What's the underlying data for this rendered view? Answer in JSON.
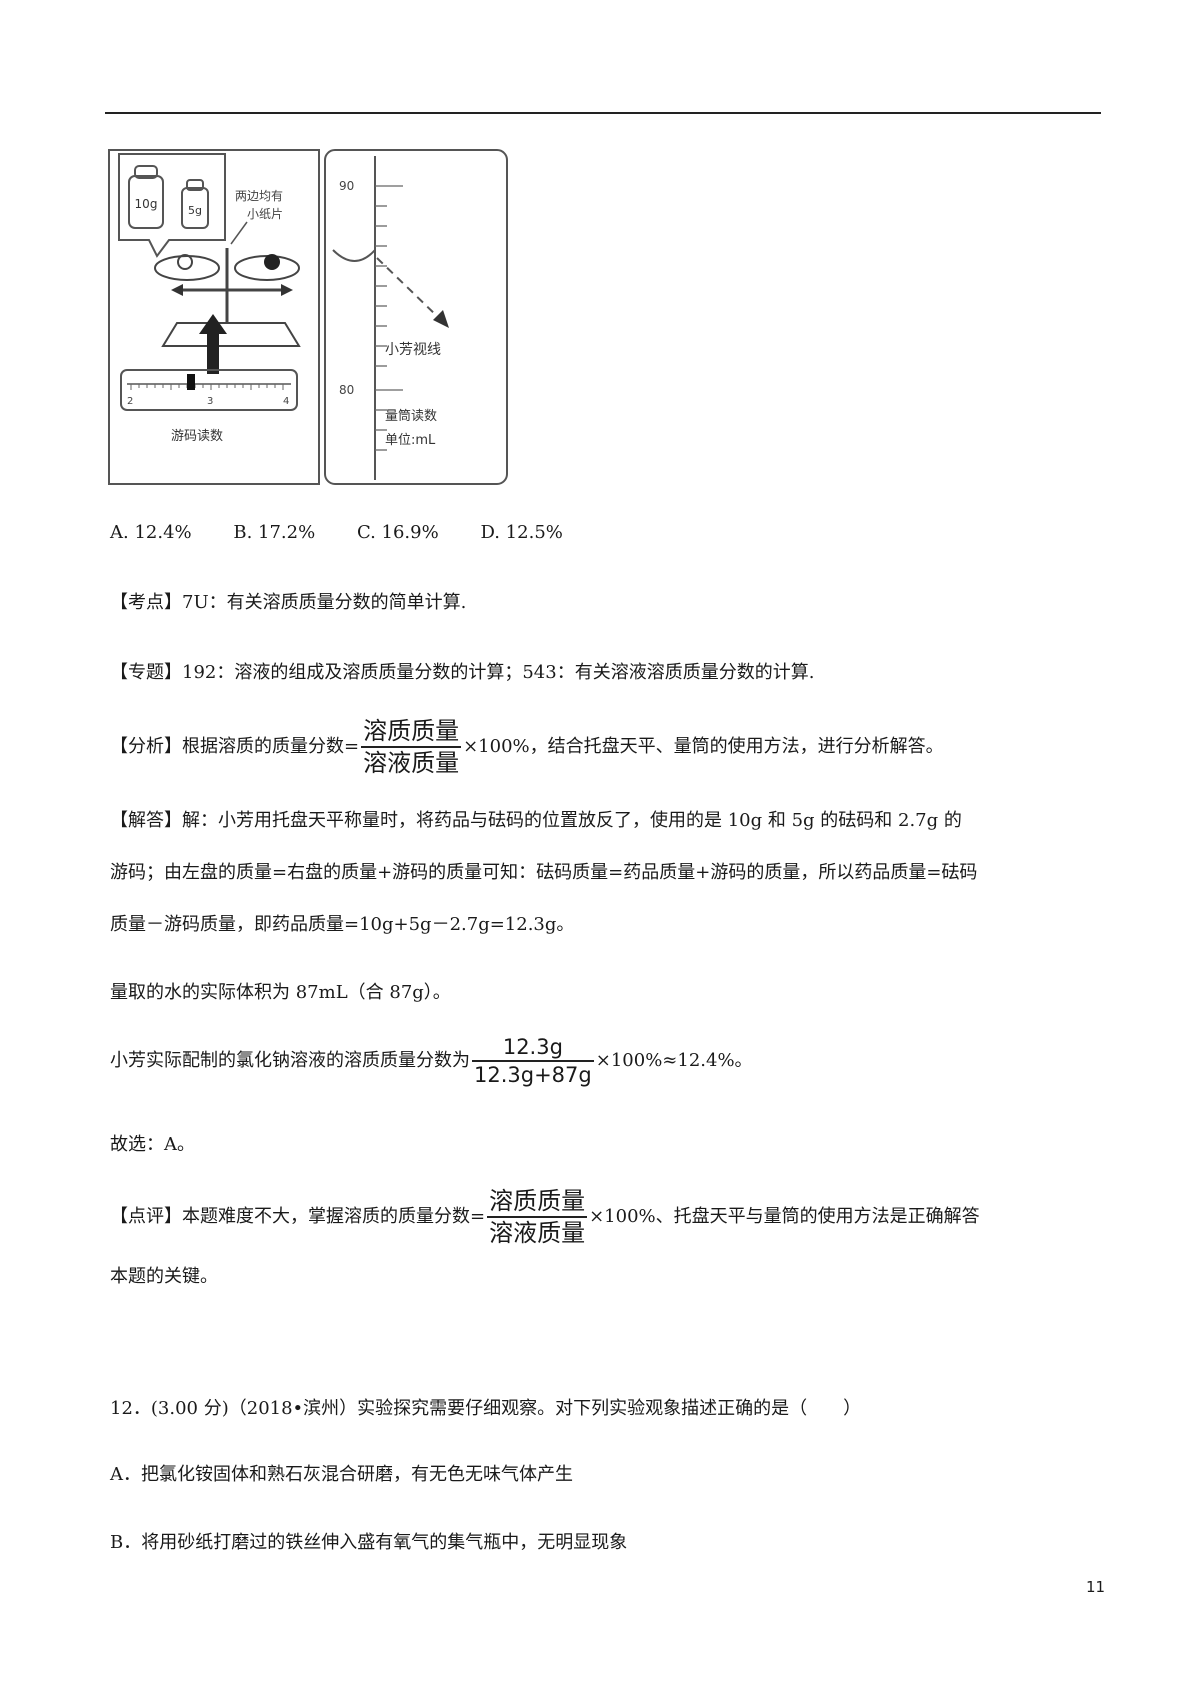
{
  "figure": {
    "weights": [
      "10g",
      "5g"
    ],
    "callout": [
      "两边均有",
      "小纸片"
    ],
    "rider_label": "游码读数",
    "rider_ticks": [
      "2",
      "3",
      "4"
    ],
    "cylinder_ticks": [
      "90",
      "80"
    ],
    "sight_label": "小芳视线",
    "cylinder_label": [
      "量筒读数",
      "单位:mL"
    ]
  },
  "options": [
    "A. 12.4%",
    "B. 17.2%",
    "C. 16.9%",
    "D. 12.5%"
  ],
  "kaodian": "【考点】7U：有关溶质质量分数的简单计算.",
  "zhuanti": "【专题】192：溶液的组成及溶质质量分数的计算；543：有关溶液溶质质量分数的计算.",
  "fenxi": {
    "pre": "【分析】根据溶质的质量分数=",
    "num": "溶质质量",
    "den": "溶液质量",
    "post": "×100%，结合托盘天平、量筒的使用方法，进行分析解答。"
  },
  "jieda": [
    "【解答】解：小芳用托盘天平称量时，将药品与砝码的位置放反了，使用的是 10g 和 5g 的砝码和 2.7g 的",
    "游码；由左盘的质量=右盘的质量+游码的质量可知：砝码质量=药品质量+游码的质量，所以药品质量=砝码",
    "质量－游码质量，即药品质量=10g+5g－2.7g=12.3g。"
  ],
  "water": "量取的水的实际体积为 87mL（合 87g）。",
  "calc": {
    "pre": "小芳实际配制的氯化钠溶液的溶质质量分数为",
    "num": "12.3g",
    "den": "12.3g+87g",
    "post": "×100%≈12.4%。"
  },
  "answer": "故选：A。",
  "dianping": {
    "pre": "【点评】本题难度不大，掌握溶质的质量分数=",
    "num": "溶质质量",
    "den": "溶液质量",
    "post": "×100%、托盘天平与量筒的使用方法是正确解答",
    "line2": "本题的关键。"
  },
  "q12": {
    "stem": "12．(3.00 分)（2018•滨州）实验探究需要仔细观察。对下列实验观象描述正确的是（　　）",
    "a": "A．把氯化铵固体和熟石灰混合研磨，有无色无味气体产生",
    "b": "B．将用砂纸打磨过的铁丝伸入盛有氧气的集气瓶中，无明显现象"
  },
  "page_number": "11"
}
